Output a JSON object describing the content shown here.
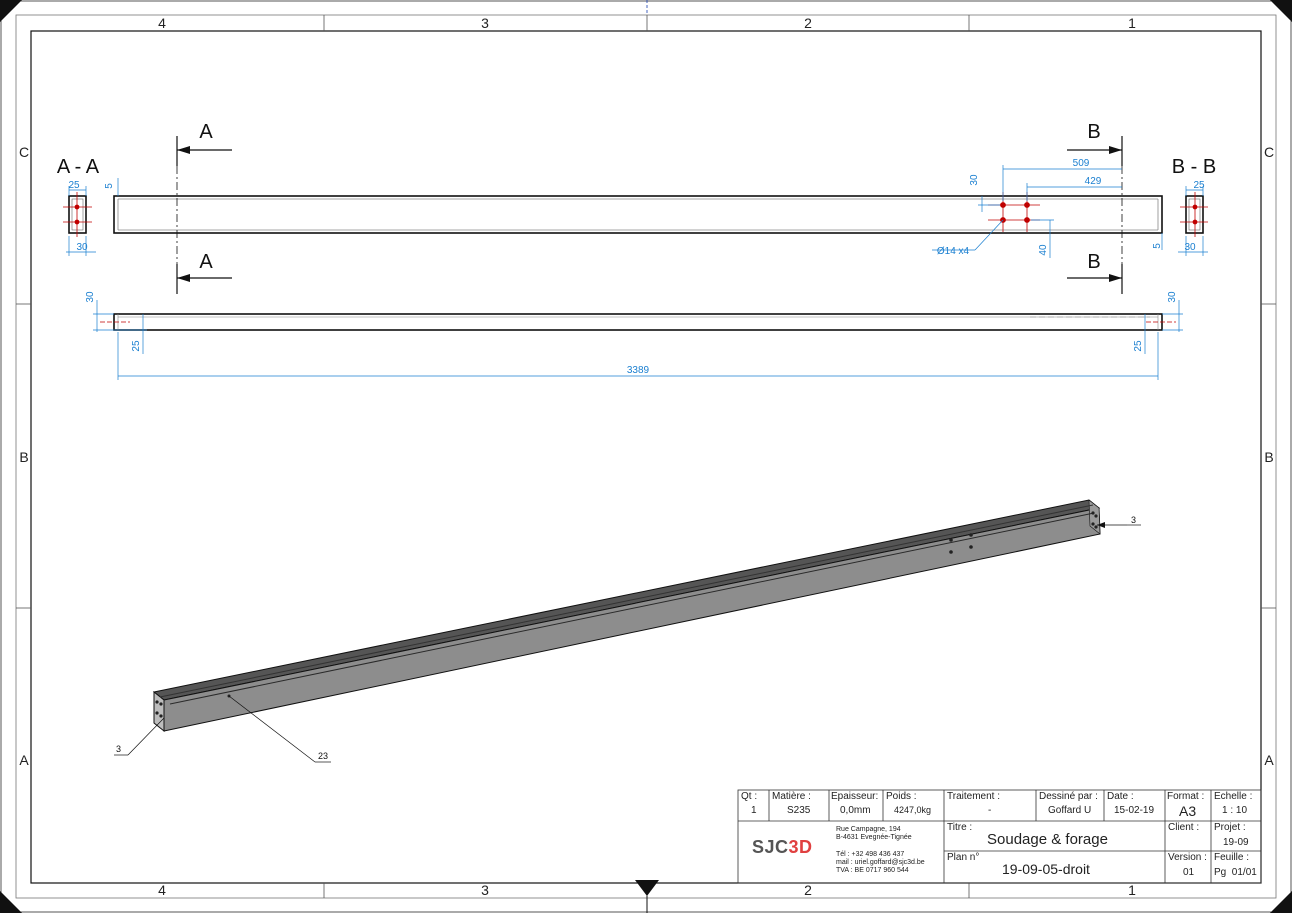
{
  "frame": {
    "columns": [
      "4",
      "3",
      "2",
      "1"
    ],
    "rows": [
      "C",
      "B",
      "A"
    ]
  },
  "sections": {
    "a_label": "A",
    "b_label": "B",
    "a_title": "A - A",
    "b_title": "B - B"
  },
  "dims": {
    "d25": "25",
    "d30": "30",
    "d5": "5",
    "d509": "509",
    "d429": "429",
    "d40": "40",
    "holes": "Ø14 x4",
    "length": "3389"
  },
  "balloons": {
    "right_end": "3",
    "left_end": "3",
    "body": "23"
  },
  "colors": {
    "dimension": "#1a7fd0",
    "hole": "#c00000",
    "frame_corner": "#111111",
    "logo_red": "#e04040"
  },
  "title_block": {
    "qt_label": "Qt :",
    "qt": "1",
    "matiere_label": "Matière :",
    "matiere": "S235",
    "epaisseur_label": "Epaisseur:",
    "epaisseur": "0,0mm",
    "poids_label": "Poids :",
    "poids": "4247,0kg",
    "traitement_label": "Traitement :",
    "traitement": "-",
    "dessine_label": "Dessiné par :",
    "dessine": "Goffard U",
    "date_label": "Date :",
    "date": "15-02-19",
    "format_label": "Format :",
    "format": "A3",
    "echelle_label": "Echelle :",
    "echelle": "1 : 10",
    "titre_label": "Titre :",
    "titre": "Soudage & forage",
    "client_label": "Client :",
    "client": "",
    "projet_label": "Projet :",
    "projet": "19-09",
    "plan_label": "Plan n°",
    "plan": "19-09-05-droit",
    "version_label": "Version :",
    "version": "01",
    "feuille_label": "Feuille :",
    "feuille": "Pg  01/01",
    "logo_left": "SJC",
    "logo_right": "3D",
    "address": "Rue Campagne, 194\nB-4631 Evegnée-Tignée",
    "contact": "Tél : +32 498 436 437\nmail : uriel.goffard@sjc3d.be\nTVA : BE 0717 960 544"
  }
}
